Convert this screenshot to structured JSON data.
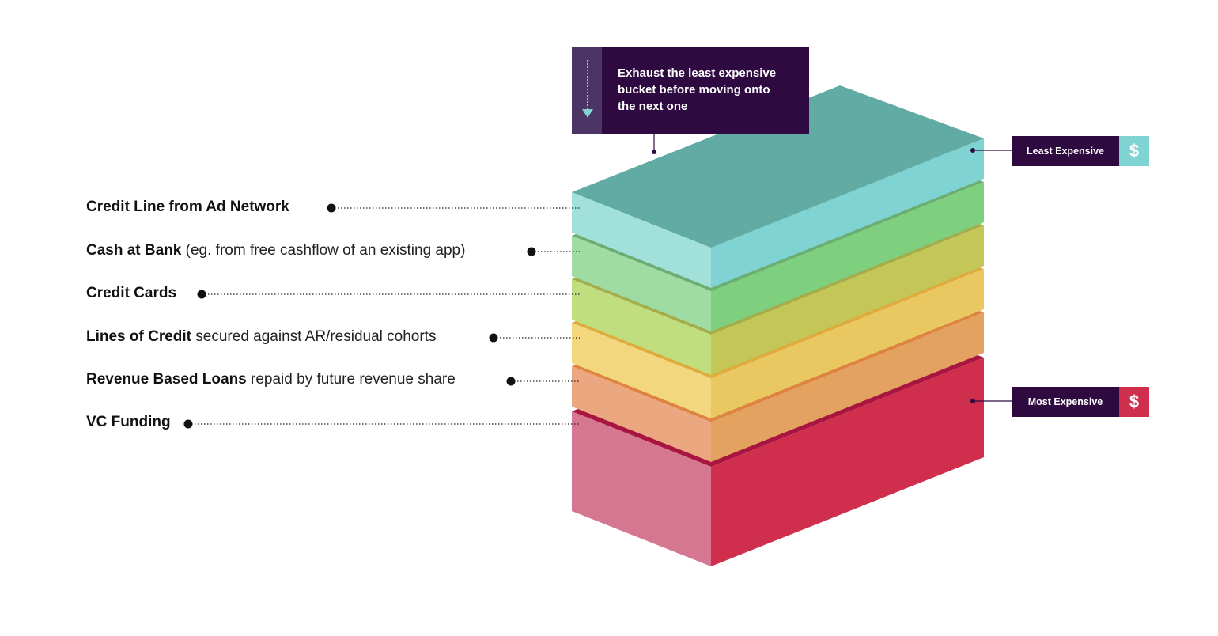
{
  "callout": {
    "text": "Exhaust the least expensive\nbucket before moving onto\nthe next one",
    "icon": "dotted-down-arrow-icon"
  },
  "legend": {
    "least_label": "Least Expensive",
    "most_label": "Most Expensive",
    "least_color": "#7fd3d2",
    "most_color": "#cf2e4c",
    "currency_symbol": "$"
  },
  "layers": [
    {
      "title": "Credit Line from Ad Network",
      "description": "",
      "colors": {
        "top": "#62aba5",
        "side": "#7fd3d2",
        "front": "#a2e1da"
      }
    },
    {
      "title": "Cash at Bank",
      "description": " (eg. from free cashflow of an existing app)",
      "colors": {
        "top": "#6bad72",
        "side": "#7fd07e",
        "front": "#9edca4"
      }
    },
    {
      "title": "Credit Cards",
      "description": "",
      "colors": {
        "top": "#a3ad4c",
        "side": "#c4c758",
        "front": "#c1de7e"
      }
    },
    {
      "title": "Lines of Credit",
      "description": " secured against AR/residual cohorts",
      "colors": {
        "top": "#deab3c",
        "side": "#e9c862",
        "front": "#f3d77f"
      }
    },
    {
      "title": "Revenue Based Loans",
      "description": " repaid by future revenue share",
      "colors": {
        "top": "#de843e",
        "side": "#e3a25f",
        "front": "#eba780"
      }
    },
    {
      "title": "VC Funding",
      "description": "",
      "colors": {
        "top": "#a81540",
        "side": "#cf2e4c",
        "front": "#d57790"
      }
    }
  ]
}
